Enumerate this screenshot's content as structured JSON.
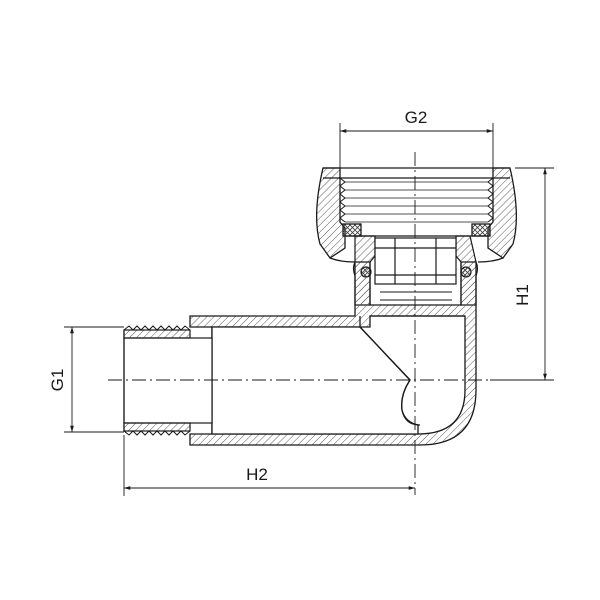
{
  "dimensions": {
    "g2": "G2",
    "h1": "H1",
    "g1": "G1",
    "h2": "H2"
  },
  "colors": {
    "line": "#1a1a1a",
    "hatch": "#5a5a5a",
    "background": "#ffffff"
  }
}
